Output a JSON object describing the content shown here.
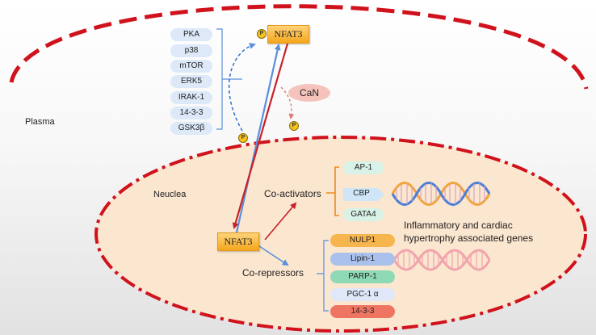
{
  "labels": {
    "plasma": "Plasma",
    "nucleus": "Neuclea",
    "nfat_top": "NFAT3",
    "nfat_bottom": "NFAT3",
    "can": "CaN",
    "co_activators": "Co-activators",
    "co_repressors": "Co-repressors",
    "genes_line1": "Inflammatory and cardiac",
    "genes_line2": "hypertrophy associated genes",
    "phospho": "P"
  },
  "kinases": [
    "PKA",
    "p38",
    "mTOR",
    "ERK5",
    "IRAK-1",
    "14-3-3",
    "GSK3β"
  ],
  "coactivators": [
    "AP-1",
    "CBP",
    "GATA4"
  ],
  "corepressors": [
    {
      "label": "NULP1",
      "color": "#f7b54e"
    },
    {
      "label": "Lipin-1",
      "color": "#a9c1ec"
    },
    {
      "label": "PARP-1",
      "color": "#8ed9b6"
    },
    {
      "label": "PGC-1 α",
      "color": "#dfe7f8"
    },
    {
      "label": "14-3-3",
      "color": "#ef7563"
    }
  ],
  "colors": {
    "membrane": "#d0121c",
    "nucleus_fill": "#fbe6cf",
    "blue_arrow": "#5a8fdc",
    "red_arrow": "#c8202a",
    "kinase_pill": "#dde9f9",
    "can_fill": "#f6c3bc",
    "coactivator_pill": "#d8f2e7",
    "bracket_orange": "#f08a1c",
    "bracket_blue": "#6f9be0",
    "dna_orange": "#f2a43a",
    "dna_blue": "#4a7fd6",
    "dna_pink": "#f2a3ad"
  }
}
